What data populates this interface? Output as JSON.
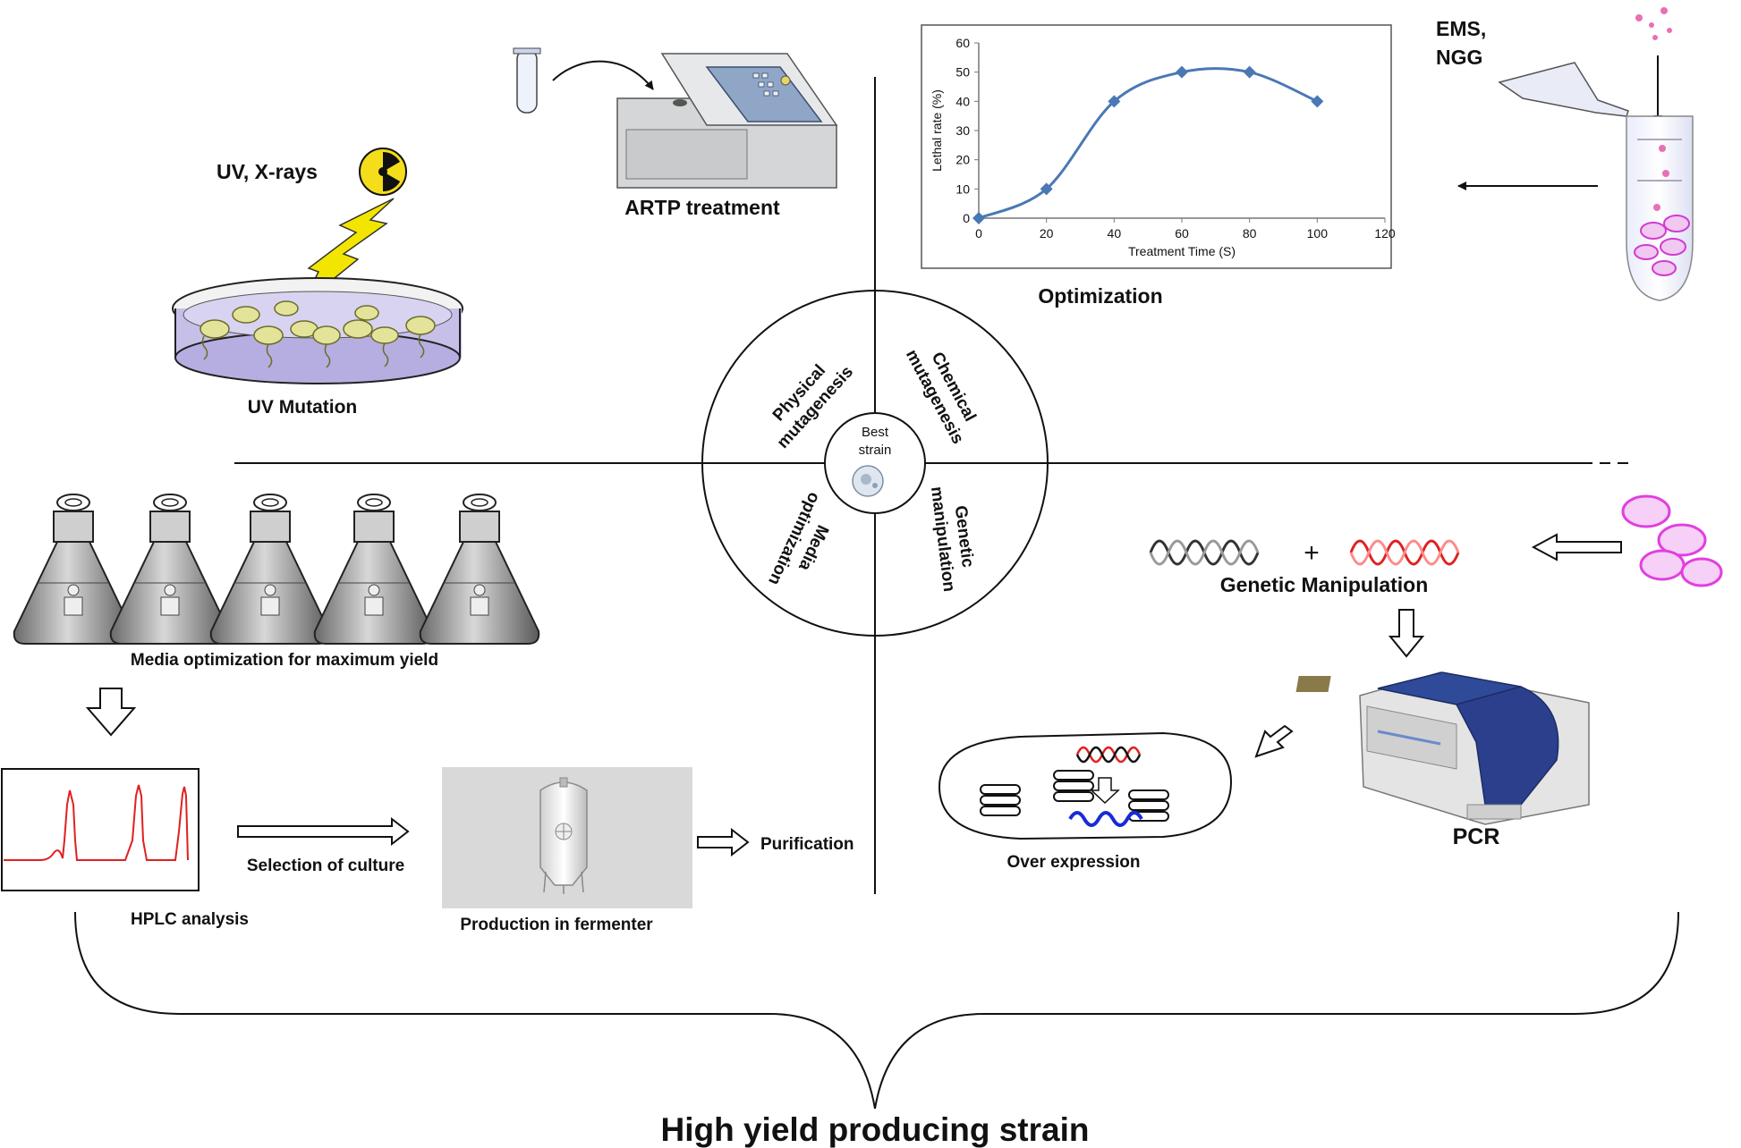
{
  "labels": {
    "uv_xrays": "UV, X-rays",
    "uv_mutation": "UV Mutation",
    "artp_treatment": "ARTP treatment",
    "optimization": "Optimization",
    "ems_ngg_line1": "EMS,",
    "ems_ngg_line2": "NGG",
    "media_optimization": "Media optimization for maximum yield",
    "hplc_analysis": "HPLC analysis",
    "selection_of_culture": "Selection of culture",
    "production_in_fermenter": "Production in fermenter",
    "purification": "Purification",
    "genetic_manipulation": "Genetic Manipulation",
    "pcr": "PCR",
    "over_expression": "Over expression",
    "plus": "+",
    "high_yield": "High yield producing strain"
  },
  "wheel": {
    "center_line1": "Best",
    "center_line2": "strain",
    "q_physical_1": "Physical",
    "q_physical_2": "mutagenesis",
    "q_chemical_1": "Chemical",
    "q_chemical_2": "mutagenesis",
    "q_genetic_1": "Genetic",
    "q_genetic_2": "manipulation",
    "q_media_1": "Media",
    "q_media_2": "optimization"
  },
  "chart_data": {
    "type": "line",
    "x": [
      0,
      20,
      40,
      60,
      80,
      100
    ],
    "y": [
      0,
      10,
      40,
      50,
      50,
      40
    ],
    "xlabel": "Treatment Time (S)",
    "ylabel": "Lethal rate (%)",
    "xlim": [
      0,
      120
    ],
    "ylim": [
      0,
      60
    ],
    "xticks": [
      "0",
      "20",
      "40",
      "60",
      "80",
      "100",
      "120"
    ],
    "yticks": [
      "0",
      "10",
      "20",
      "30",
      "40",
      "50",
      "60"
    ],
    "grid": false,
    "line_color": "#4a78b4"
  },
  "colors": {
    "hplc_trace": "#e02020",
    "dna_red": "#e02020",
    "dna_blue": "#1a2bd6",
    "bacteria_magenta": "#e040e0",
    "uv_bolt": "#f2e600",
    "dish_liquid": "#c6c0e8"
  }
}
